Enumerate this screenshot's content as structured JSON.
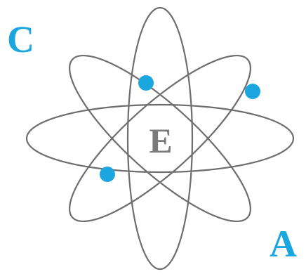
{
  "labels": {
    "top_left": "C",
    "center": "E",
    "bottom_right": "A"
  },
  "colors": {
    "accent": "#1ba6e0",
    "orbit": "#6e6e6e",
    "center_text": "#7a7a7a",
    "background": "#ffffff"
  }
}
